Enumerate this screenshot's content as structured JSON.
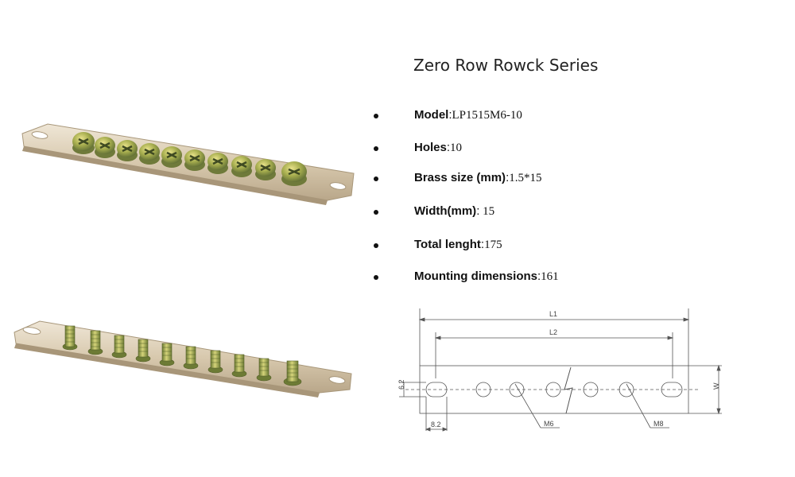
{
  "title": "Zero Row Rowck Series",
  "specs": [
    {
      "label": "Model",
      "value": "LP1515M6-10"
    },
    {
      "label": "Holes",
      "value": "10"
    },
    {
      "label": "Brass size (mm)",
      "value": "1.5*15"
    },
    {
      "label": "Width(mm)",
      "value": " 15"
    },
    {
      "label": "Total lenght",
      "value": "175"
    },
    {
      "label": "Mounting dimensions",
      "value": "161"
    }
  ],
  "drawing": {
    "l1": "L1",
    "l2": "L2",
    "height": "6.2",
    "offset": "8.2",
    "width": "W",
    "hole_m6": "M6",
    "hole_m8": "M8"
  },
  "colors": {
    "brass": "#d9cbb2",
    "screw": "#9aa84a",
    "drawing_line": "#555555"
  }
}
